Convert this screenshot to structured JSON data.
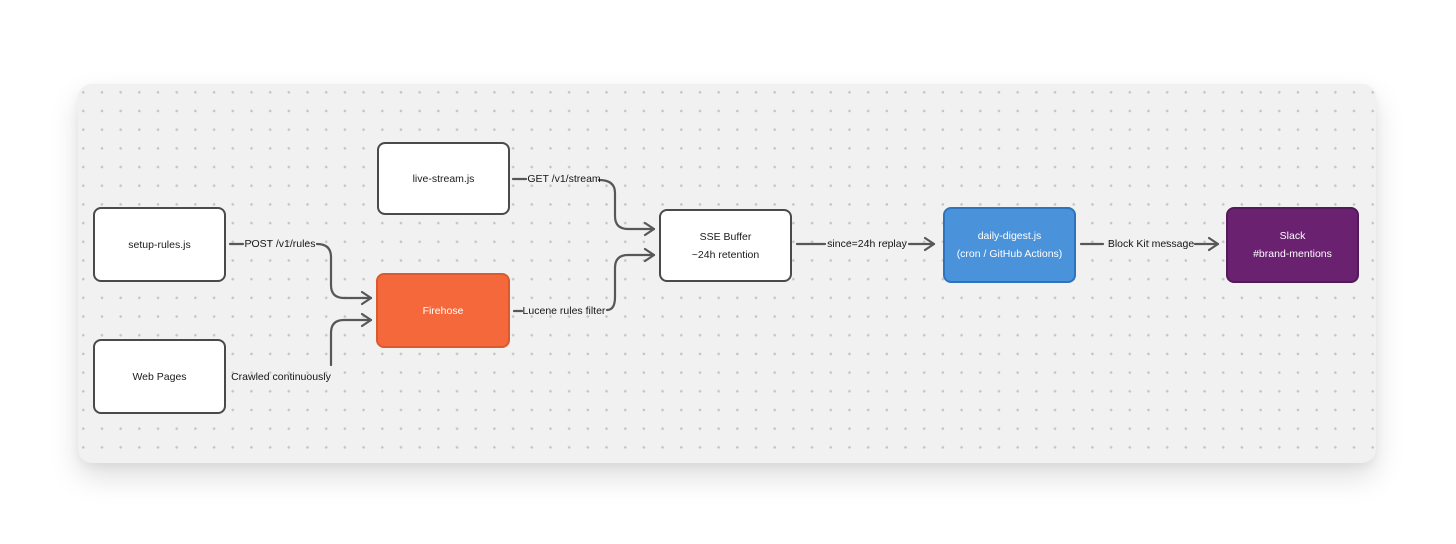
{
  "colors": {
    "canvas_bg": "#F1F1F1",
    "dot": "#C6C6C8",
    "stroke": "#575757",
    "node_border": "#4A4A4A",
    "node_text": "#1B1B1B",
    "label_text": "#161616",
    "orange_fill": "#F4683C",
    "orange_border": "#DA5A2E",
    "blue_fill": "#4A92D9",
    "blue_border": "#2E73BC",
    "purple_fill": "#6A2170",
    "purple_border": "#521A58"
  },
  "nodes": {
    "live_stream": {
      "label": "live-stream.js"
    },
    "setup_rules": {
      "label": "setup-rules.js"
    },
    "web_pages": {
      "label": "Web Pages"
    },
    "firehose": {
      "label": "Firehose"
    },
    "sse_buffer": {
      "line1": "SSE Buffer",
      "line2": "~24h retention"
    },
    "daily_digest": {
      "line1": "daily-digest.js",
      "line2": "(cron / GitHub Actions)"
    },
    "slack": {
      "line1": "Slack",
      "line2": "#brand-mentions"
    }
  },
  "edges": {
    "post_rules": {
      "label": "POST /v1/rules"
    },
    "get_stream": {
      "label": "GET /v1/stream"
    },
    "lucene_filter": {
      "label": "Lucene rules filter"
    },
    "crawled": {
      "label": "Crawled continuously"
    },
    "since_replay": {
      "label": "since=24h replay"
    },
    "block_kit": {
      "label": "Block Kit message"
    }
  }
}
